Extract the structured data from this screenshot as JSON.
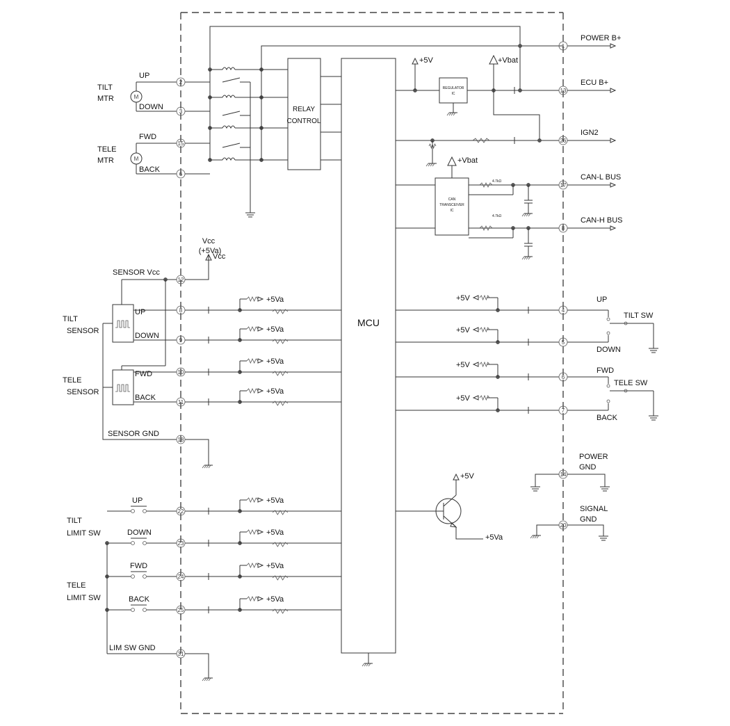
{
  "blocks": {
    "mcu": "MCU",
    "relay_control": [
      "RELAY",
      "CONTROL"
    ],
    "regulator": [
      "REGULATOR",
      "IC"
    ],
    "can_transceiver": [
      "CAN",
      "TRANSCEIVER",
      "IC"
    ]
  },
  "left_labels": {
    "tilt_mtr": [
      "TILT",
      "MTR"
    ],
    "tele_mtr": [
      "TELE",
      "MTR"
    ],
    "tilt_sensor": [
      "TILT",
      "SENSOR"
    ],
    "tele_sensor": [
      "TELE",
      "SENSOR"
    ],
    "tilt_limit_sw": [
      "TILT",
      "LIMIT SW"
    ],
    "tele_limit_sw": [
      "TELE",
      "LIMIT SW"
    ],
    "sensor_vcc": "SENSOR Vcc",
    "sensor_gnd": "SENSOR GND",
    "lim_sw_gnd": "LIM SW GND",
    "vcc": [
      "Vcc",
      "(+5Va)"
    ]
  },
  "left_signals": {
    "up": "UP",
    "down": "DOWN",
    "fwd": "FWD",
    "back": "BACK",
    "motor": "M"
  },
  "right_labels": {
    "power_bplus": "POWER B+",
    "ecu_bplus": "ECU B+",
    "ign2": "IGN2",
    "can_l": "CAN-L BUS",
    "can_h": "CAN-H BUS",
    "tilt_sw": "TILT SW",
    "tele_sw": "TELE SW",
    "power_gnd": [
      "POWER",
      "GND"
    ],
    "signal_gnd": [
      "SIGNAL",
      "GND"
    ],
    "sw_up": "UP",
    "sw_down": "DOWN",
    "sw_fwd": "FWD",
    "sw_back": "BACK"
  },
  "supplies": {
    "p5v": "+5V",
    "p5va": "+5Va",
    "vbat": "+Vbat"
  },
  "resistor_values": {
    "can_l": "4.7kΩ",
    "can_h": "4.7kΩ"
  },
  "pins": {
    "tilt_up": "2",
    "tilt_down": "3",
    "tele_fwd": "15",
    "tele_back": "6",
    "sensor_vcc": "12",
    "tilt_sens_up": "8",
    "tilt_sens_down": "9",
    "tele_sens_fwd": "10",
    "tele_sens_back": "11",
    "sensor_gnd": "18",
    "lim_up": "22",
    "lim_down": "23",
    "lim_fwd": "24",
    "lim_back": "25",
    "lim_gnd": "31",
    "power_bplus": "1",
    "ecu_bplus": "13",
    "ign2": "26",
    "can_l": "17",
    "can_h": "8",
    "sw_up": "4",
    "sw_down": "5",
    "sw_fwd": "6",
    "sw_back": "7",
    "power_gnd": "14",
    "signal_gnd": "20"
  }
}
